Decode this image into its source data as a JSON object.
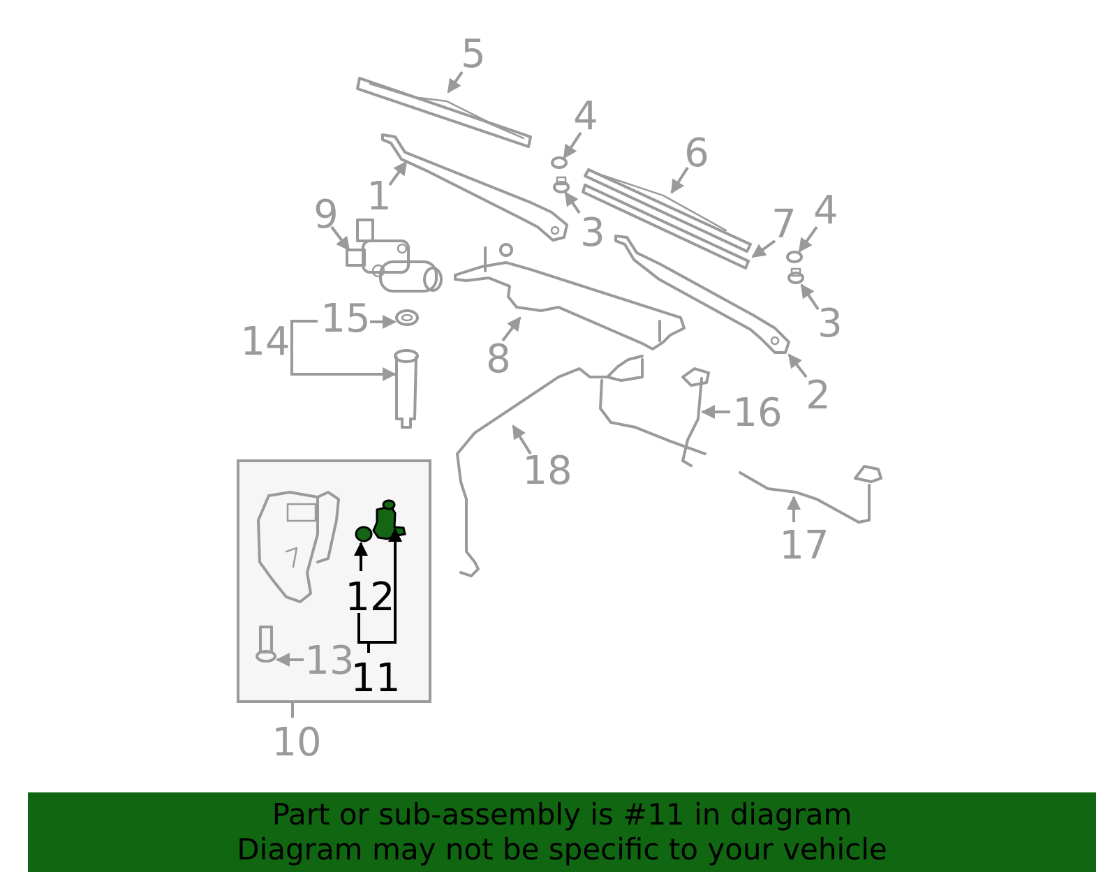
{
  "callouts": {
    "c1": "1",
    "c2": "2",
    "c3a": "3",
    "c3b": "3",
    "c4a": "4",
    "c4b": "4",
    "c5": "5",
    "c6": "6",
    "c7": "7",
    "c8": "8",
    "c9": "9",
    "c10": "10",
    "c11": "11",
    "c12": "12",
    "c13": "13",
    "c14": "14",
    "c15": "15",
    "c16": "16",
    "c17": "17",
    "c18": "18"
  },
  "highlighted_part": "11",
  "banner": {
    "line1": "Part or sub-assembly is #11 in diagram",
    "line2": "Diagram may not be specific to your vehicle"
  },
  "colors": {
    "banner_bg": "#116611",
    "part_outline": "#9a9a9a",
    "highlight_fill": "#146614",
    "subassembly_box_bg": "#f6f6f6"
  }
}
